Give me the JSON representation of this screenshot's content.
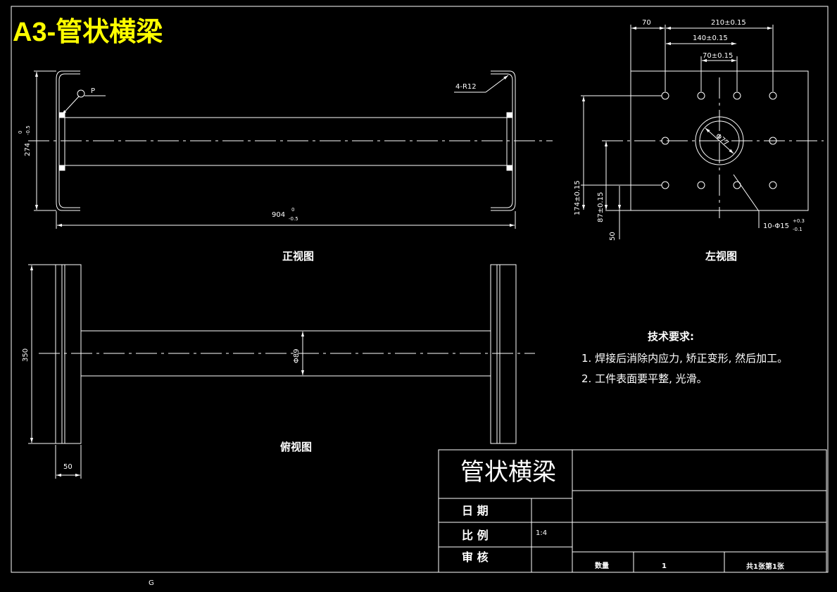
{
  "drawing": {
    "title": "A3-管状横梁",
    "colors": {
      "background": "#000000",
      "lines": "#ffffff",
      "title": "#ffff00"
    }
  },
  "front_view": {
    "label": "正视图",
    "dim_height": "274",
    "dim_height_tol_upper": "0",
    "dim_height_tol_lower": "-0.5",
    "dim_length": "904",
    "dim_length_tol_upper": "0",
    "dim_length_tol_lower": "-0.5",
    "callout_radius": "4-R12",
    "symbol_p": "P"
  },
  "left_view": {
    "label": "左视图",
    "dim_70_offset": "70",
    "dim_210": "210±0.15",
    "dim_140": "140±0.15",
    "dim_70": "70±0.15",
    "dim_174": "174±0.15",
    "dim_87": "87±0.15",
    "dim_50": "50",
    "dim_tube": "Φ77",
    "holes": "10-Φ15",
    "holes_tol_upper": "+0.3",
    "holes_tol_lower": "-0.1"
  },
  "top_view": {
    "label": "俯视图",
    "dim_350": "350",
    "dim_dia": "Φ89",
    "dim_50": "50"
  },
  "tech_requirements": {
    "heading": "技术要求:",
    "items": [
      "1. 焊接后消除内应力, 矫正变形, 然后加工。",
      "2. 工件表面要平整, 光滑。"
    ]
  },
  "title_block": {
    "part_name": "管状横梁",
    "date_label": "日 期",
    "scale_label": "比 例",
    "scale_value": "1:4",
    "review_label": "审 核",
    "qty_label": "数量",
    "qty_value": "1",
    "sheet": "共1张第1张"
  },
  "footer_mark": "G"
}
